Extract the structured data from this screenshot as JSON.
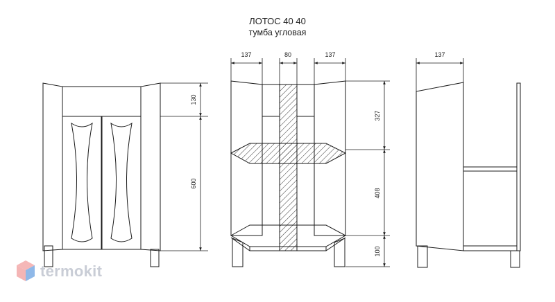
{
  "title": {
    "line1": "ЛОТОС 40 40",
    "line2": "тумба угловая"
  },
  "front_view": {
    "dimensions": [
      "130",
      "600"
    ]
  },
  "section_view": {
    "widths": [
      "137",
      "80",
      "137"
    ],
    "heights": [
      "327",
      "408",
      "100"
    ]
  },
  "side_view": {
    "width": "137"
  },
  "logo": {
    "text": "termokit",
    "colors": [
      "#f2a8a8",
      "#8fb8e8",
      "#c9cdd6"
    ]
  },
  "colors": {
    "line": "#1a1a1a",
    "logo_text": "#c9cdd6"
  }
}
